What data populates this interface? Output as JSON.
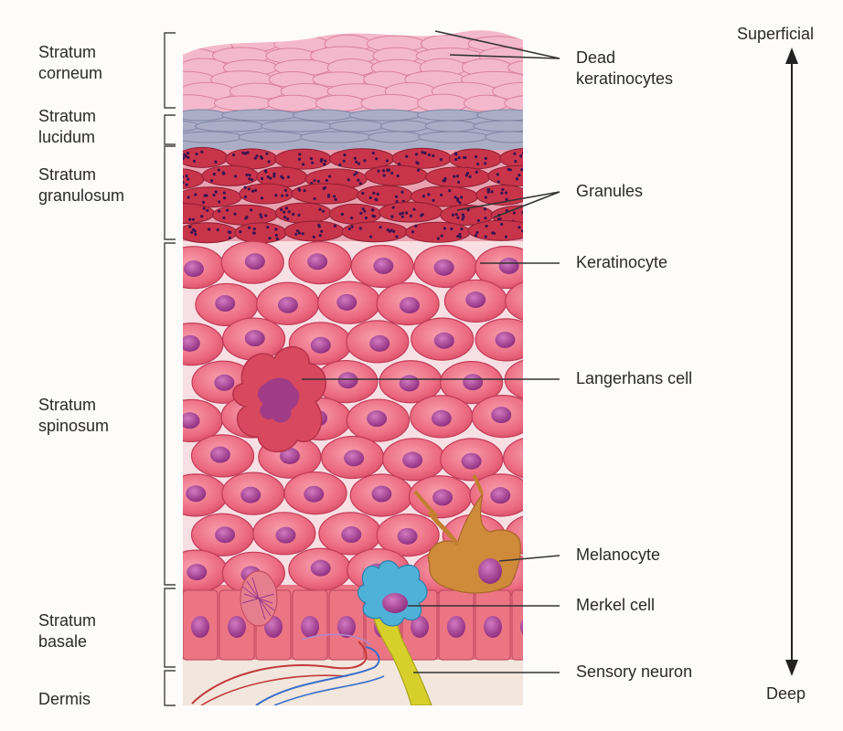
{
  "layers": [
    {
      "key": "corneum",
      "lines": [
        "Stratum",
        "corneum"
      ]
    },
    {
      "key": "lucidum",
      "lines": [
        "Stratum",
        "lucidum"
      ]
    },
    {
      "key": "granulosum",
      "lines": [
        "Stratum",
        "granulosum"
      ]
    },
    {
      "key": "spinosum",
      "lines": [
        "Stratum",
        "spinosum"
      ]
    },
    {
      "key": "basale",
      "lines": [
        "Stratum",
        "basale"
      ]
    },
    {
      "key": "dermis",
      "lines": [
        "Dermis"
      ]
    }
  ],
  "structures": [
    {
      "key": "dead-keratinocytes",
      "lines": [
        "Dead",
        "keratinocytes"
      ]
    },
    {
      "key": "granules",
      "lines": [
        "Granules"
      ]
    },
    {
      "key": "keratinocyte",
      "lines": [
        "Keratinocyte"
      ]
    },
    {
      "key": "langerhans-cell",
      "lines": [
        "Langerhans cell"
      ]
    },
    {
      "key": "melanocyte",
      "lines": [
        "Melanocyte"
      ]
    },
    {
      "key": "merkel-cell",
      "lines": [
        "Merkel cell"
      ]
    },
    {
      "key": "sensory-neuron",
      "lines": [
        "Sensory neuron"
      ]
    }
  ],
  "axis": {
    "top": "Superficial",
    "bottom": "Deep"
  },
  "colors": {
    "corneum": "#f4b8cc",
    "lucidum": "#a9aec6",
    "granulosum": "#c8344a",
    "spinosum_cell": "#ee6f83",
    "nucleus": "#a4388e",
    "langerhans": "#d8485e",
    "melanocyte": "#cf8a3a",
    "merkel": "#4fb0d8",
    "neuron": "#d8d02a",
    "dermis": "#f2e6dd"
  }
}
